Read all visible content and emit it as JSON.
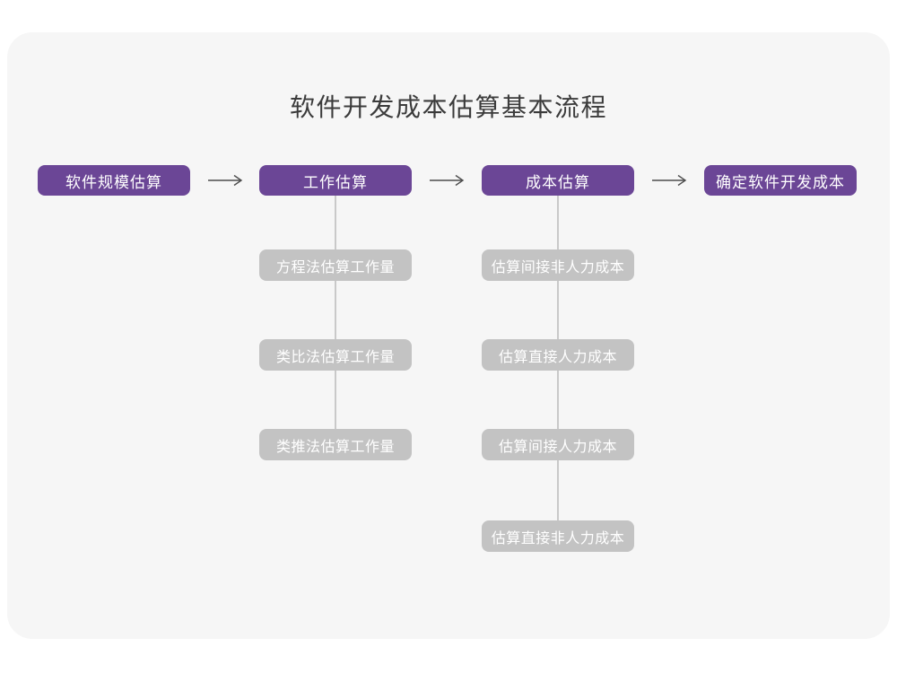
{
  "title": "软件开发成本估算基本流程",
  "colors": {
    "page_bg": "#ffffff",
    "card_bg": "#f6f6f6",
    "main_node_bg": "#6b4696",
    "sub_node_bg": "#c3c3c3",
    "node_text": "#ffffff",
    "title_text": "#3b3b3b",
    "arrow": "#4d4d4d",
    "connector": "#c9c9c9"
  },
  "icons": {
    "flow_arrow": "arrow-right"
  },
  "flow": {
    "main_nodes": [
      {
        "label": "软件规模估算"
      },
      {
        "label": "工作估算"
      },
      {
        "label": "成本估算"
      },
      {
        "label": "确定软件开发成本"
      }
    ],
    "work_estimation_steps": [
      {
        "label": "方程法估算工作量"
      },
      {
        "label": "类比法估算工作量"
      },
      {
        "label": "类推法估算工作量"
      }
    ],
    "cost_estimation_steps": [
      {
        "label": "估算间接非人力成本"
      },
      {
        "label": "估算直接人力成本"
      },
      {
        "label": "估算间接人力成本"
      },
      {
        "label": "估算直接非人力成本"
      }
    ]
  }
}
